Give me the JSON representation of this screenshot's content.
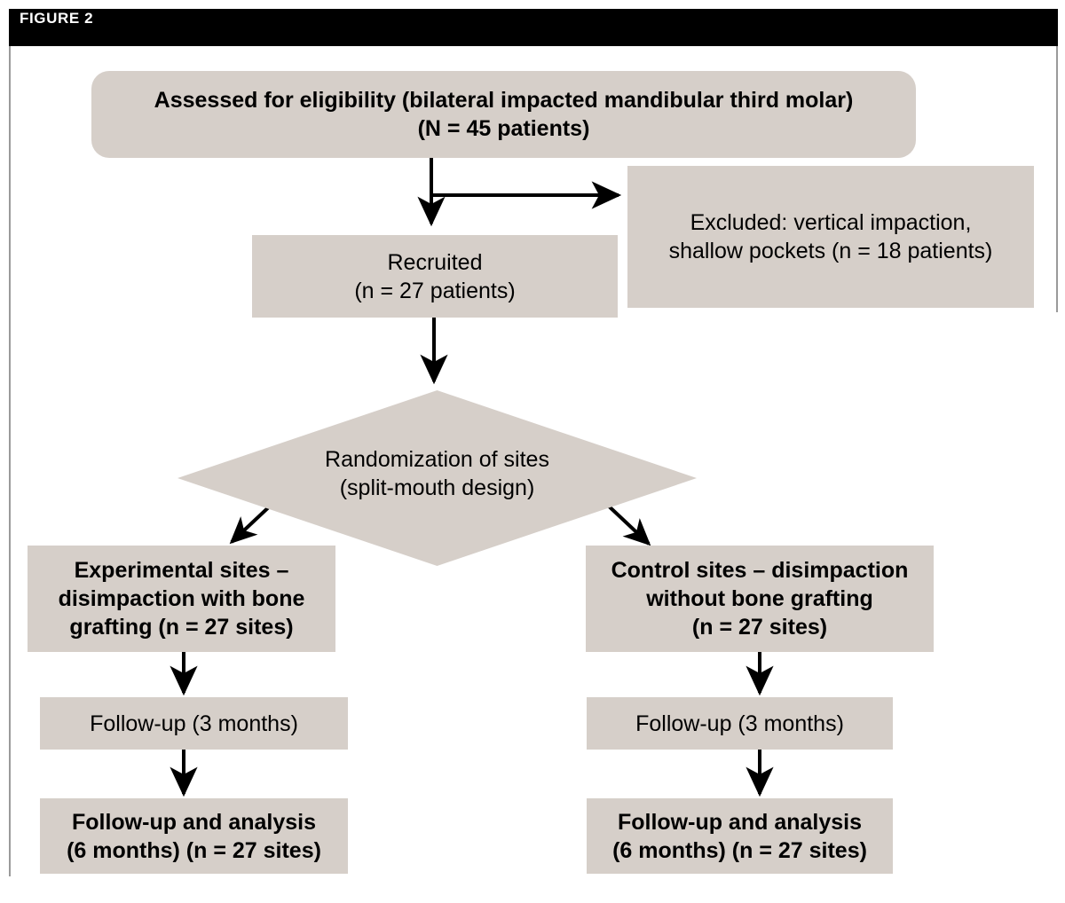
{
  "figure": {
    "header_label": "FIGURE 2",
    "header_bg": "#000000",
    "header_text_color": "#ffffff",
    "node_fill": "#d6cfc9",
    "node_text_color": "#000000",
    "connector_color": "#000000",
    "page_bg": "#ffffff"
  },
  "diagram": {
    "type": "flowchart",
    "orientation": "top-down",
    "nodes": {
      "assessed": {
        "shape": "rounded-rectangle",
        "text": "Assessed for eligibility (bilateral impacted mandibular third molar)\n(N = 45 patients)",
        "count_label": "N = 45 patients",
        "count": 45,
        "unit": "patients"
      },
      "excluded": {
        "shape": "rectangle",
        "text": "Excluded: vertical impaction,\nshallow pockets (n = 18 patients)",
        "count_label": "n = 18 patients",
        "count": 18,
        "unit": "patients"
      },
      "recruited": {
        "shape": "rectangle",
        "text": "Recruited\n(n = 27 patients)",
        "count_label": "n = 27 patients",
        "count": 27,
        "unit": "patients"
      },
      "randomization": {
        "shape": "diamond",
        "text": "Randomization of sites\n(split-mouth design)"
      },
      "experimental": {
        "shape": "rectangle",
        "text": "Experimental sites –\ndisimpaction with bone\ngrafting (n = 27 sites)",
        "count_label": "n = 27 sites",
        "count": 27,
        "unit": "sites"
      },
      "control": {
        "shape": "rectangle",
        "text": "Control sites – disimpaction\nwithout bone grafting\n(n = 27 sites)",
        "count_label": "n = 27 sites",
        "count": 27,
        "unit": "sites"
      },
      "followup_left": {
        "shape": "rectangle",
        "text": "Follow-up (3 months)",
        "timepoint": "3 months"
      },
      "followup_right": {
        "shape": "rectangle",
        "text": "Follow-up (3 months)",
        "timepoint": "3 months"
      },
      "final_left": {
        "shape": "rectangle",
        "text": "Follow-up and analysis\n(6 months) (n = 27 sites)",
        "timepoint": "6 months",
        "count_label": "n = 27 sites",
        "count": 27,
        "unit": "sites"
      },
      "final_right": {
        "shape": "rectangle",
        "text": "Follow-up and analysis\n(6 months) (n = 27 sites)",
        "timepoint": "6 months",
        "count_label": "n = 27 sites",
        "count": 27,
        "unit": "sites"
      }
    },
    "edges": [
      {
        "from": "assessed",
        "to": "recruited",
        "style": "arrow-down"
      },
      {
        "from": "assessed",
        "to": "excluded",
        "style": "arrow-right-branch"
      },
      {
        "from": "recruited",
        "to": "randomization",
        "style": "arrow-down"
      },
      {
        "from": "randomization",
        "to": "experimental",
        "style": "arrow-diagonal-left"
      },
      {
        "from": "randomization",
        "to": "control",
        "style": "arrow-diagonal-right"
      },
      {
        "from": "experimental",
        "to": "followup_left",
        "style": "arrow-down"
      },
      {
        "from": "followup_left",
        "to": "final_left",
        "style": "arrow-down"
      },
      {
        "from": "control",
        "to": "followup_right",
        "style": "arrow-down"
      },
      {
        "from": "followup_right",
        "to": "final_right",
        "style": "arrow-down"
      }
    ]
  }
}
